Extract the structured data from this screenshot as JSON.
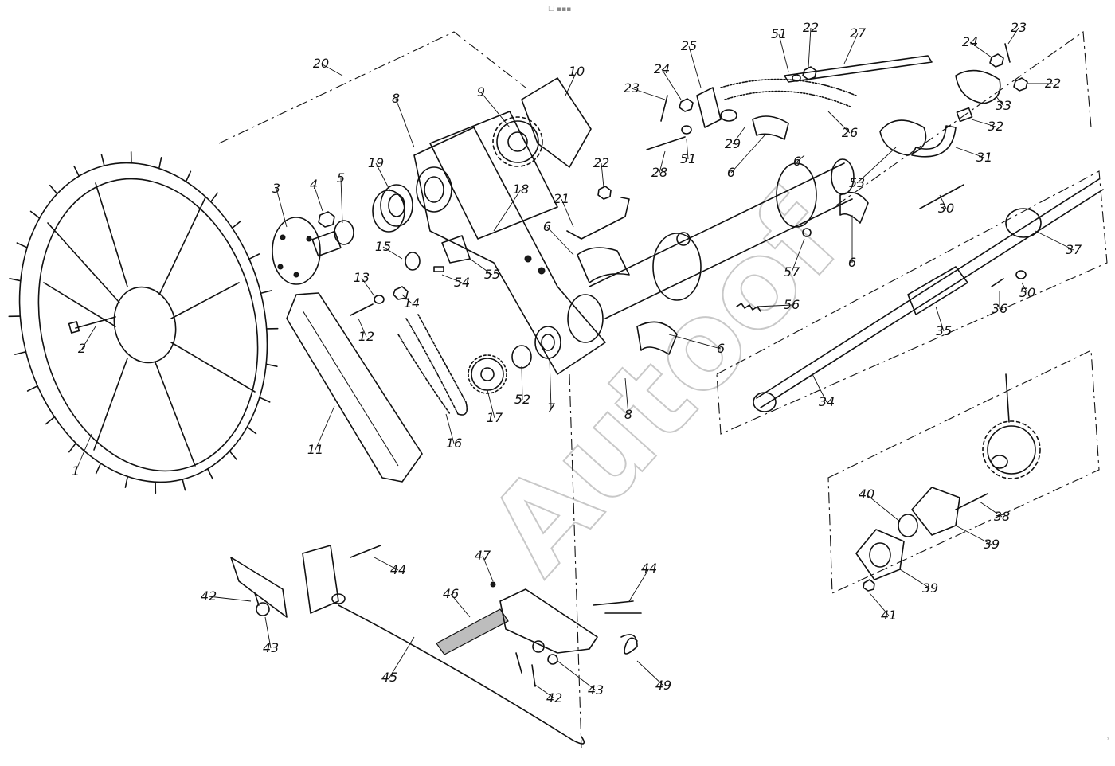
{
  "watermark": "Autoof",
  "top_mark": "☐ ▪▪▪",
  "corner_mark": "ᵌ",
  "part_numbers": [
    "1",
    "2",
    "3",
    "4",
    "5",
    "6",
    "7",
    "8",
    "9",
    "10",
    "11",
    "12",
    "13",
    "14",
    "15",
    "16",
    "17",
    "18",
    "19",
    "20",
    "21",
    "22",
    "23",
    "24",
    "25",
    "26",
    "27",
    "28",
    "29",
    "30",
    "31",
    "32",
    "33",
    "34",
    "35",
    "36",
    "37",
    "38",
    "39",
    "40",
    "41",
    "42",
    "43",
    "44",
    "45",
    "46",
    "47",
    "49",
    "50",
    "51",
    "52",
    "53",
    "54",
    "55",
    "56",
    "57"
  ],
  "callouts": [
    {
      "label": "1"
    },
    {
      "label": "2"
    },
    {
      "label": "3"
    },
    {
      "label": "4"
    },
    {
      "label": "5"
    },
    {
      "label": "6"
    },
    {
      "label": "6"
    },
    {
      "label": "6"
    },
    {
      "label": "6"
    },
    {
      "label": "6"
    },
    {
      "label": "7"
    },
    {
      "label": "8"
    },
    {
      "label": "8"
    },
    {
      "label": "9"
    },
    {
      "label": "10"
    },
    {
      "label": "11"
    },
    {
      "label": "12"
    },
    {
      "label": "13"
    },
    {
      "label": "14"
    },
    {
      "label": "15"
    },
    {
      "label": "16"
    },
    {
      "label": "17"
    },
    {
      "label": "18"
    },
    {
      "label": "19"
    },
    {
      "label": "20"
    },
    {
      "label": "21"
    },
    {
      "label": "22"
    },
    {
      "label": "22"
    },
    {
      "label": "22"
    },
    {
      "label": "23"
    },
    {
      "label": "23"
    },
    {
      "label": "24"
    },
    {
      "label": "24"
    },
    {
      "label": "25"
    },
    {
      "label": "26"
    },
    {
      "label": "27"
    },
    {
      "label": "28"
    },
    {
      "label": "29"
    },
    {
      "label": "30"
    },
    {
      "label": "31"
    },
    {
      "label": "32"
    },
    {
      "label": "33"
    },
    {
      "label": "34"
    },
    {
      "label": "35"
    },
    {
      "label": "36"
    },
    {
      "label": "37"
    },
    {
      "label": "38"
    },
    {
      "label": "39"
    },
    {
      "label": "39"
    },
    {
      "label": "40"
    },
    {
      "label": "41"
    },
    {
      "label": "42"
    },
    {
      "label": "42"
    },
    {
      "label": "43"
    },
    {
      "label": "43"
    },
    {
      "label": "44"
    },
    {
      "label": "44"
    },
    {
      "label": "45"
    },
    {
      "label": "46"
    },
    {
      "label": "47"
    },
    {
      "label": "49"
    },
    {
      "label": "50"
    },
    {
      "label": "51"
    },
    {
      "label": "51"
    },
    {
      "label": "52"
    },
    {
      "label": "53"
    },
    {
      "label": "54"
    },
    {
      "label": "55"
    },
    {
      "label": "56"
    },
    {
      "label": "57"
    }
  ]
}
